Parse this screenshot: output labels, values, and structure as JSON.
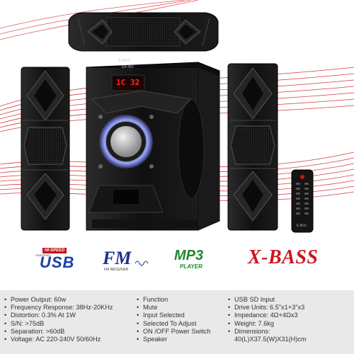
{
  "product": {
    "brand": "E.Bon",
    "model": "EB-452",
    "display_text": "1C 32"
  },
  "features": {
    "usb_hispeed": "HI-SPEED",
    "usb_certified": "CERTIFIED",
    "usb": "USB",
    "fm": "FM",
    "fm_sub": "FM RECEIVER",
    "mp3": "MP3",
    "mp3_sub": "PLAYER",
    "xbass": "X-BASS"
  },
  "specs": {
    "col1": [
      "Power Output: 60w",
      "Frequency Response: 38Hz-20KHz",
      "Distortion: 0.3% At 1W",
      "S/N: >75dB",
      "Separation: >60dB",
      "Voltage: AC 220-240V 50/60Hz"
    ],
    "col2": [
      "Function",
      "Mute",
      "Input Selected",
      "Selected To Adjust",
      "ON /OFF Power Switch",
      "Speaker"
    ],
    "col3": [
      "USB SD Input",
      "Drive Units: 6.5\"x1+3\"x3",
      "Impedance: 4Ω+4Ωx3",
      "Weight: 7.6kg",
      "Dimensions:",
      "40(L)X37.5(W)X31(H)cm"
    ]
  },
  "colors": {
    "accent_red": "#cc1620",
    "usb_blue": "#1a3ea8",
    "mp3_green": "#1f8a2c",
    "speaker_black": "#111111"
  }
}
